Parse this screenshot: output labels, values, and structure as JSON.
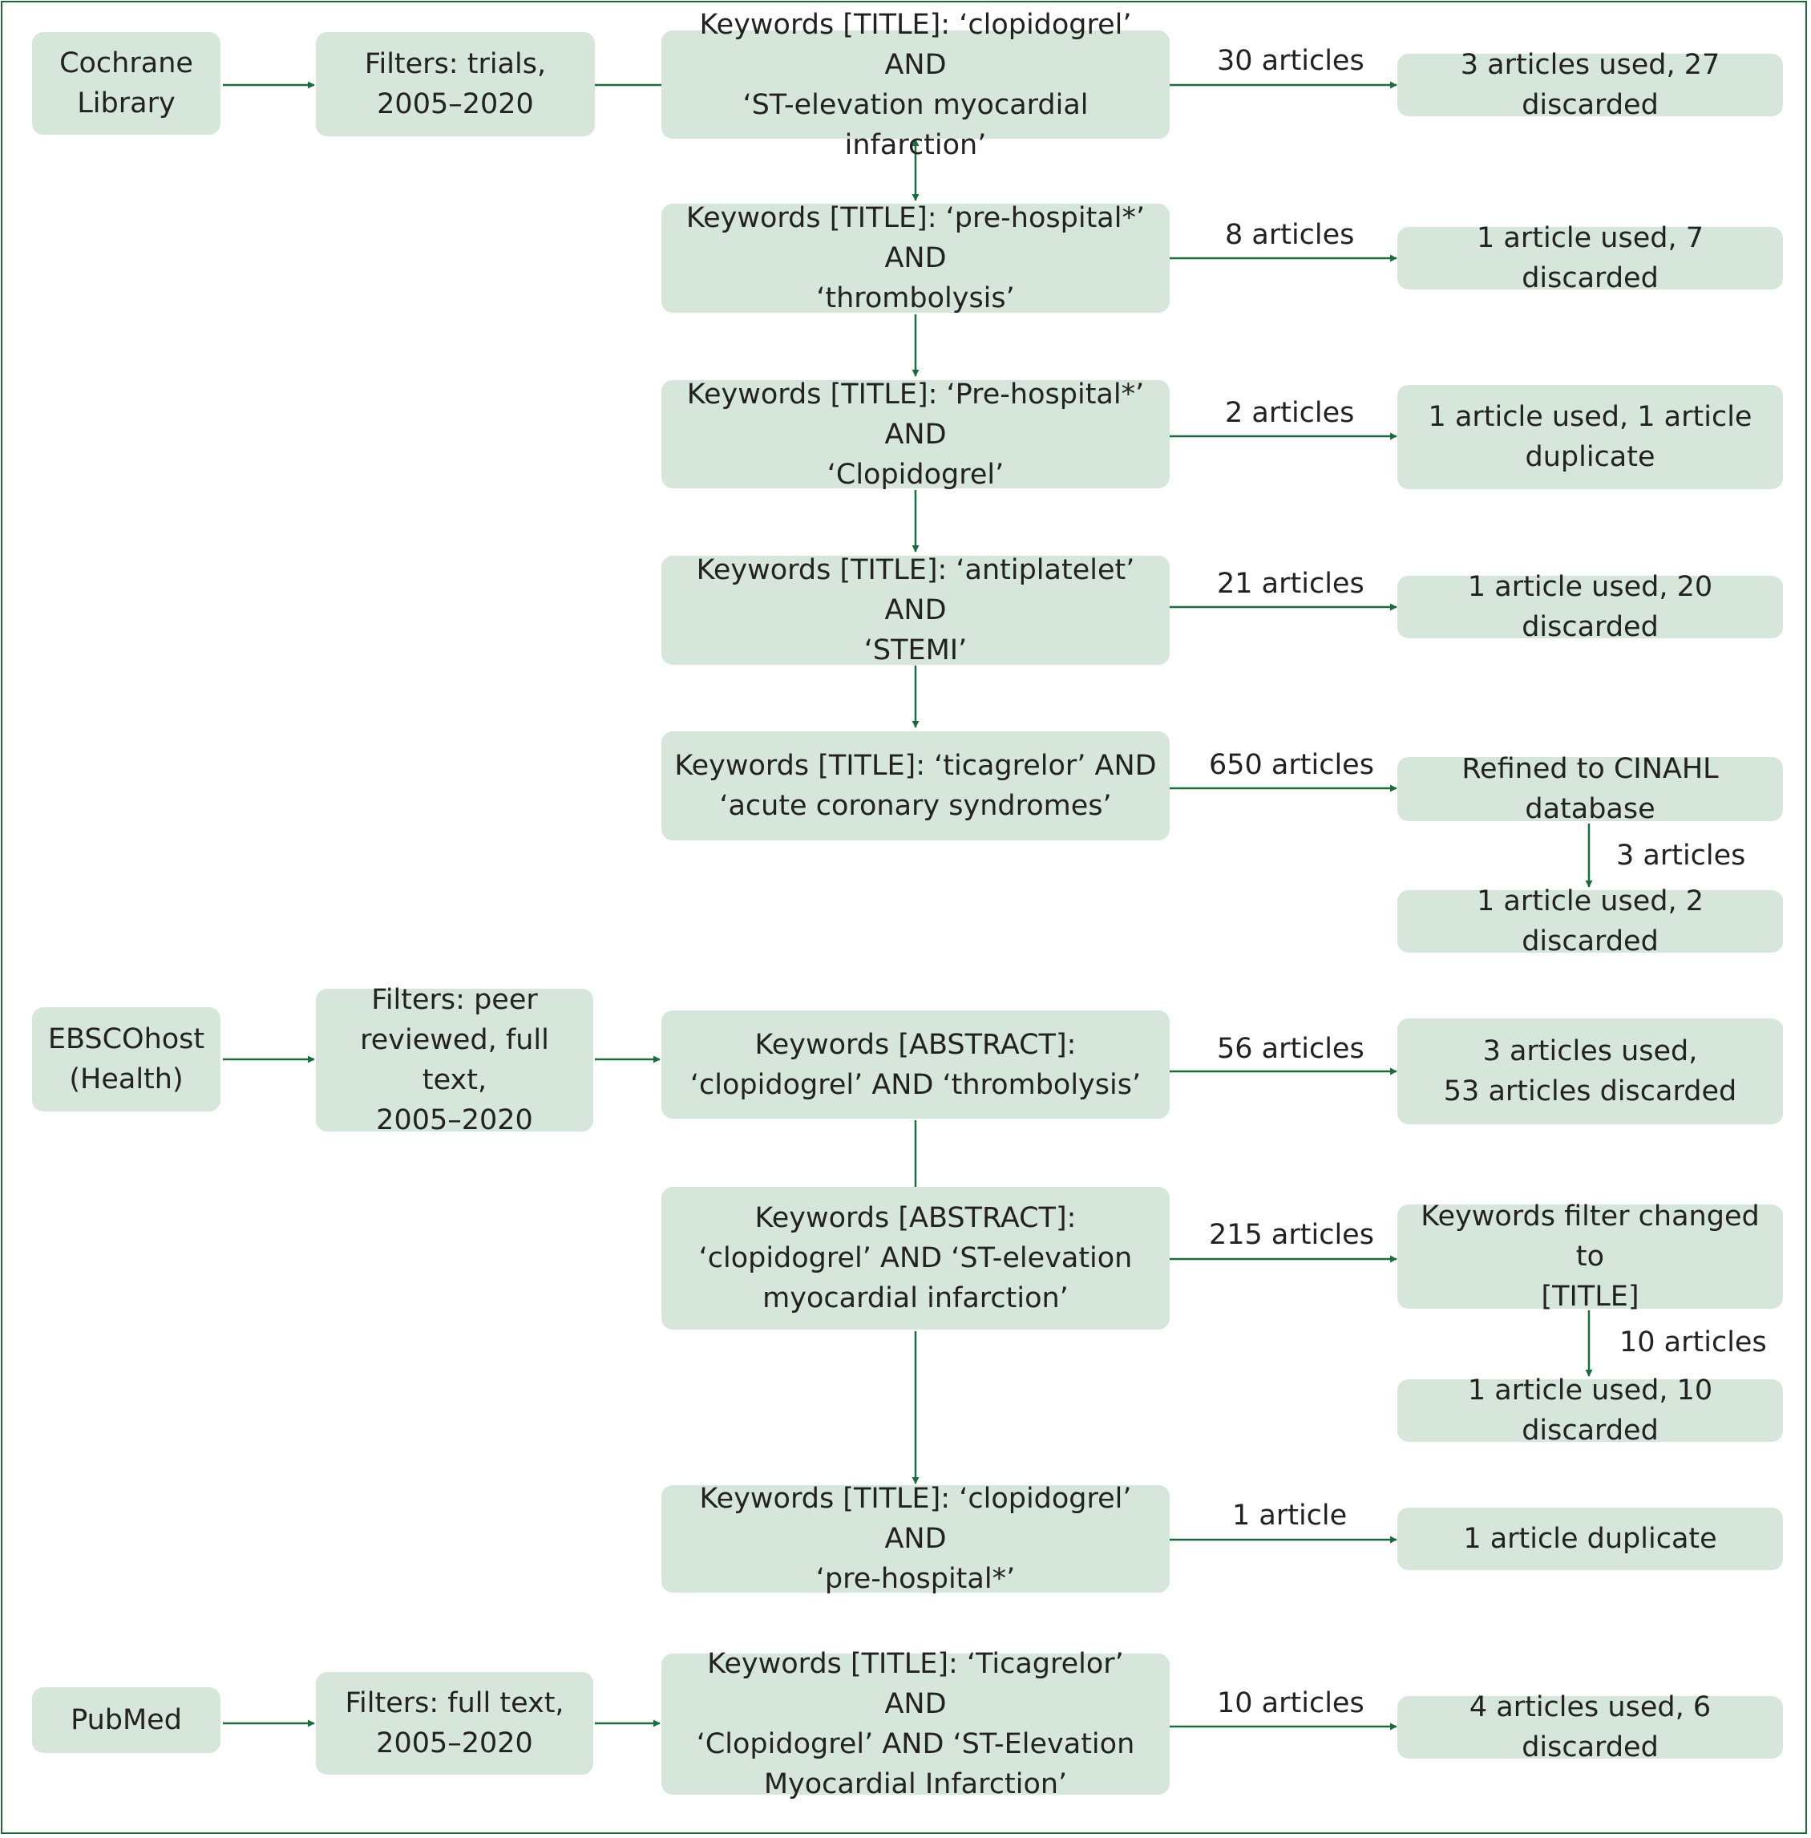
{
  "cochrane": {
    "source": "Cochrane\nLibrary",
    "filter": "Filters: trials,\n2005–2020",
    "searches": [
      {
        "keywords": "Keywords [TITLE]: ‘clopidogrel’ AND\n‘ST-elevation myocardial infarction’",
        "count": "30 articles",
        "outcome": "3 articles used, 27 discarded"
      },
      {
        "keywords": "Keywords [TITLE]: ‘pre-hospital*’ AND\n‘thrombolysis’",
        "count": "8 articles",
        "outcome": "1 article used, 7 discarded"
      },
      {
        "keywords": "Keywords [TITLE]: ‘Pre-hospital*’ AND\n‘Clopidogrel’",
        "count": "2 articles",
        "outcome": "1 article used, 1 article\nduplicate"
      },
      {
        "keywords": "Keywords [TITLE]: ‘antiplatelet’ AND\n‘STEMI’",
        "count": "21 articles",
        "outcome": "1 article used, 20 discarded"
      },
      {
        "keywords": "Keywords [TITLE]: ‘ticagrelor’ AND\n‘acute coronary syndromes’",
        "count": "650 articles",
        "outcome": "Refined to CINAHL database",
        "refined_count": "3 articles",
        "refined_outcome": "1 article used, 2 discarded"
      }
    ]
  },
  "ebsco": {
    "source": "EBSCOhost\n(Health)",
    "filter": "Filters: peer\nreviewed, full text,\n2005–2020",
    "searches": [
      {
        "keywords": "Keywords [ABSTRACT]:\n‘clopidogrel’ AND ‘thrombolysis’",
        "count": "56 articles",
        "outcome": "3 articles used,\n53 articles discarded"
      },
      {
        "keywords": "Keywords [ABSTRACT]:\n‘clopidogrel’ AND ‘ST-elevation\nmyocardial infarction’",
        "count": "215 articles",
        "outcome": "Keywords filter changed to\n[TITLE]",
        "refined_count": "10 articles",
        "refined_outcome": "1 article used, 10 discarded"
      },
      {
        "keywords": "Keywords [TITLE]: ‘clopidogrel’ AND\n‘pre-hospital*’",
        "count": "1 article",
        "outcome": "1 article duplicate"
      }
    ]
  },
  "pubmed": {
    "source": "PubMed",
    "filter": "Filters: full text,\n2005–2020",
    "searches": [
      {
        "keywords": "Keywords [TITLE]: ‘Ticagrelor’ AND\n‘Clopidogrel’ AND ‘ST-Elevation\nMyocardial Infarction’",
        "count": "10 articles",
        "outcome": "4 articles used, 6 discarded"
      }
    ]
  },
  "colors": {
    "box_fill": "#d6e6da",
    "line": "#1e6a3f"
  }
}
